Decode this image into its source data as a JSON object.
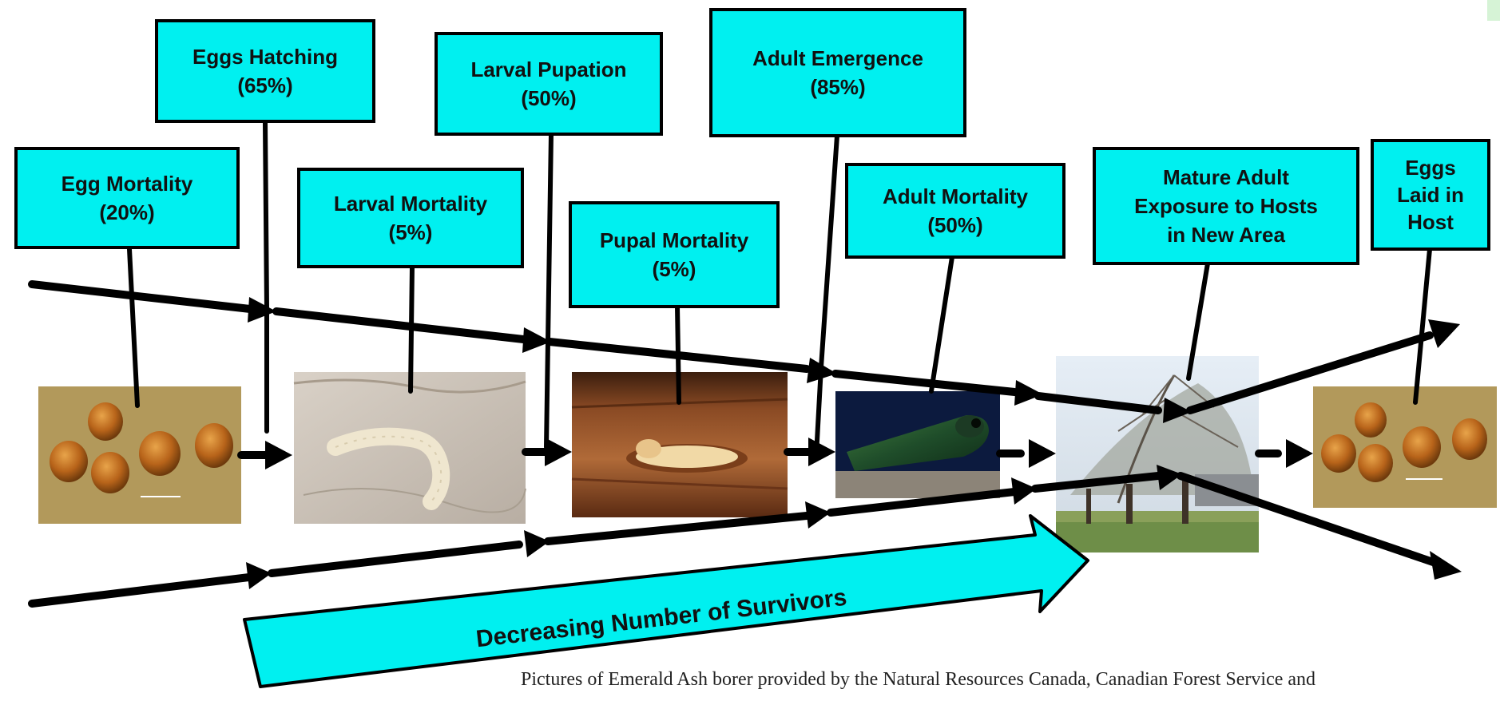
{
  "boxes": {
    "egg_mortality": {
      "line1": "Egg Mortality",
      "line2": "(20%)"
    },
    "eggs_hatching": {
      "line1": "Eggs Hatching",
      "line2": "(65%)"
    },
    "larval_mortality": {
      "line1": "Larval Mortality",
      "line2": "(5%)"
    },
    "larval_pupation": {
      "line1": "Larval Pupation",
      "line2": "(50%)"
    },
    "pupal_mortality": {
      "line1": "Pupal Mortality",
      "line2": "(5%)"
    },
    "adult_emergence": {
      "line1": "Adult Emergence",
      "line2": "(85%)"
    },
    "adult_mortality": {
      "line1": "Adult Mortality",
      "line2": "(50%)"
    },
    "mature_adult_exposure": {
      "line1": "Mature Adult",
      "line2": "Exposure to Hosts",
      "line3": "in New Area"
    },
    "eggs_laid": {
      "line1": "Eggs",
      "line2": "Laid in",
      "line3": "Host"
    }
  },
  "survivors_arrow": {
    "label": "Decreasing Number of Survivors"
  },
  "credit": "Pictures of Emerald Ash borer provided by the Natural Resources Canada, Canadian Forest Service and",
  "photos": {
    "eggs": "emerald-ash-borer-eggs",
    "larva": "emerald-ash-borer-larva",
    "pupa": "emerald-ash-borer-pupa",
    "adult": "emerald-ash-borer-adult",
    "trees": "ash-trees-new-area",
    "eggs_in_host": "emerald-ash-borer-eggs-in-host"
  },
  "colors": {
    "box_fill": "#00f0f0",
    "arrow": "#000000"
  }
}
